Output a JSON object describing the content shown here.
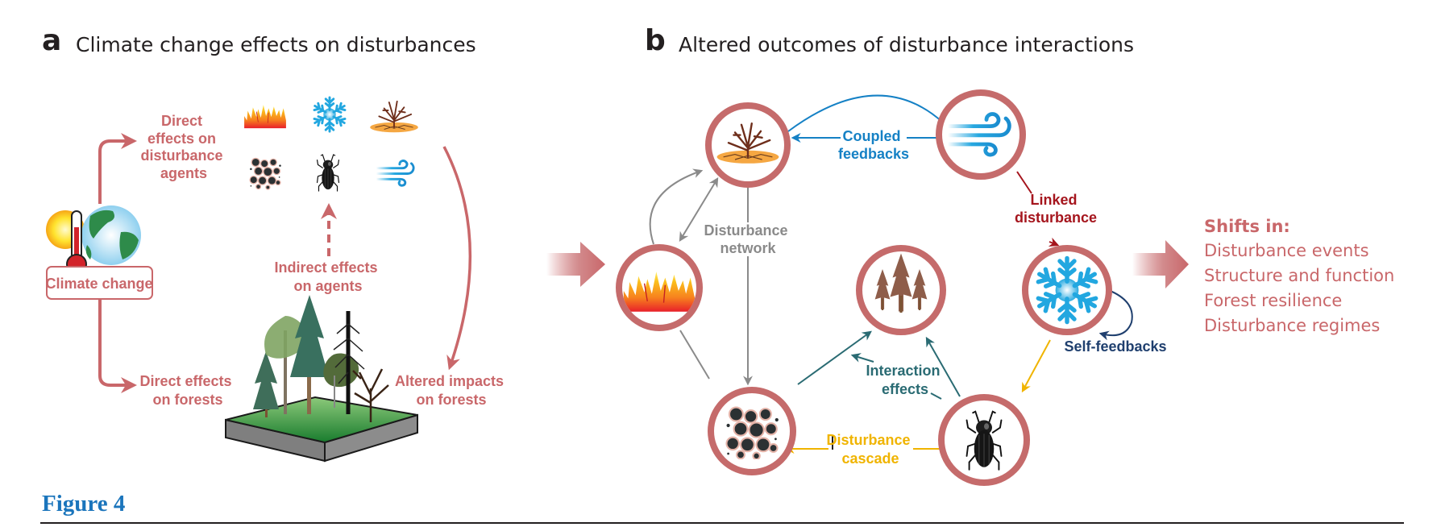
{
  "figure": {
    "label": "Figure 4"
  },
  "panel_a": {
    "letter": "a",
    "title": "Climate change effects on disturbances",
    "climate_box": "Climate change",
    "direct_agents": [
      "Direct",
      "effects on",
      "disturbance",
      "agents"
    ],
    "indirect_agents": [
      "Indirect effects",
      "on agents"
    ],
    "direct_forests": [
      "Direct effects",
      "on forests"
    ],
    "altered_impacts": [
      "Altered impacts",
      "on forests"
    ],
    "agent_icons": [
      "fire-icon",
      "snowflake-icon",
      "drought-icon",
      "pathogen-icon",
      "beetle-icon",
      "wind-icon"
    ]
  },
  "panel_b": {
    "letter": "b",
    "title": "Altered outcomes of disturbance interactions",
    "nodes": [
      "drought",
      "wind",
      "fire",
      "forest",
      "snow",
      "pathogen",
      "beetle"
    ],
    "labels": {
      "coupled": [
        "Coupled",
        "feedbacks"
      ],
      "network": [
        "Disturbance",
        "network"
      ],
      "linked": [
        "Linked",
        "disturbance"
      ],
      "interaction": [
        "Interaction",
        "effects"
      ],
      "self": "Self-feedbacks",
      "cascade": [
        "Disturbance",
        "cascade"
      ]
    },
    "shifts": {
      "heading": "Shifts in:",
      "items": [
        "Disturbance events",
        "Structure and function",
        "Forest resilience",
        "Disturbance regimes"
      ]
    }
  },
  "colors": {
    "rose": "#c9676a",
    "ring": "#c56b6b",
    "coupled_blue": "#1581c5",
    "linked_red": "#a5151d",
    "interaction_teal": "#2a6b73",
    "cascade_gold": "#f0b400",
    "self_navy": "#1f3f6e",
    "network_gray": "#8a8a8a",
    "figure_blue": "#1b75bc"
  }
}
